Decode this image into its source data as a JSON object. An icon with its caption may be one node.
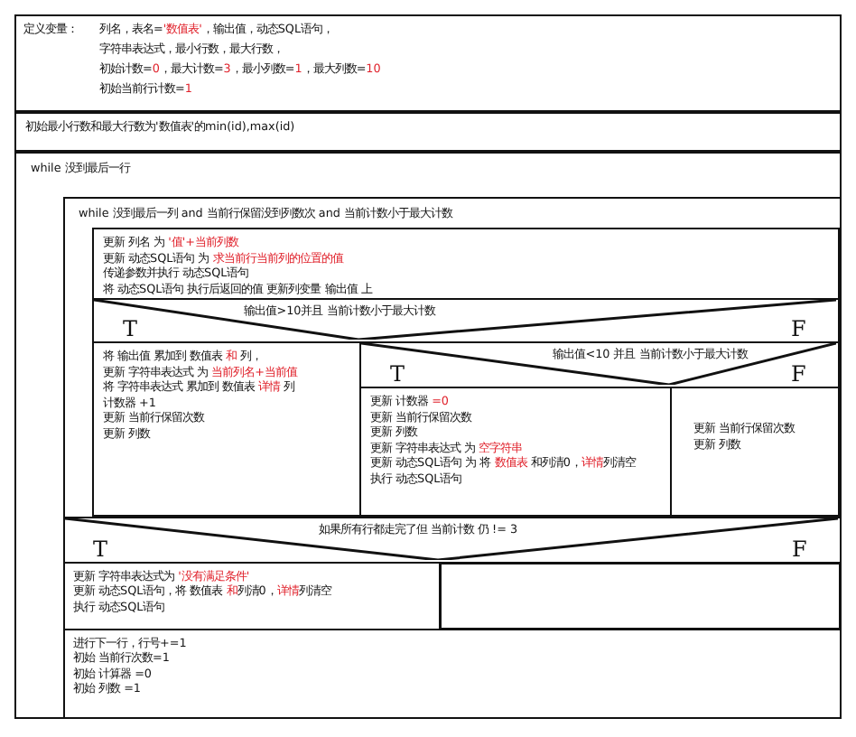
{
  "diagram": {
    "nodes": [
      {
        "text": [
          "定义变量：",
          "列名，表名=**'数值表'**，输出值，动态SQL语句，",
          "字符串表达式，最小行数，最大行数，",
          "初始计数=**0**，最大计数=**3**，最小列数=**1**，最大列数=**10**",
          "初始当前行计数=**1**"
        ]
      },
      {
        "text": [
          "初始最小行数和最大行数为'数值表'的min(id),max(id)"
        ]
      },
      {
        "text": [
          "while 没到最后一行"
        ]
      },
      {
        "text": [
          "while 没到最后一列 and 当前行保留没到列数次 and 当前计数小于最大计数"
        ],
        "in": 2
      },
      {
        "text": [
          "更新 列名 为 **'值'+当前列数**",
          "更新 动态SQL语句 为 **求当前行当前列的位置的值**",
          "传递参数并执行 动态SQL语句",
          "将 动态SQL语句 执行后返回的值 更新列变量 输出值 上"
        ],
        "in": 3
      },
      {
        "text": [
          "输出值>10并且 当前计数小于最大计数",
          "T",
          "F"
        ],
        "in": 3
      },
      {
        "text": [
          "将 输出值 累加到 数值表 **和** 列，",
          "更新 字符串表达式 为 **当前列名+当前值**",
          "将 字符串表达式 累加到 数值表 **详情** 列",
          "计数器 +1",
          "更新 当前行保留次数",
          "更新 列数"
        ],
        "in": 3
      },
      {
        "text": [
          "输出值<10 并且 当前计数小于最大计数",
          "T",
          "F"
        ],
        "in": 3
      },
      {
        "text": [
          "更新 计数器 **=0**",
          "更新 当前行保留次数",
          "更新 列数",
          "更新 字符串表达式 为 **空字符串**",
          "更新 动态SQL语句 为 将 **数值表** 和列清0，**详情**列清空",
          "执行 动态SQL语句"
        ],
        "in": 3
      },
      {
        "text": [
          "更新 当前行保留次数",
          "更新 列数"
        ],
        "in": 3
      },
      {
        "text": [
          "如果所有行都走完了但 当前计数 仍 != 3",
          "T",
          "F"
        ],
        "in": 2
      },
      {
        "text": [
          "更新 字符串表达式为 **'没有满足条件'**",
          "更新 动态SQL语句，将 数值表 **和**列清0，**详情**列清空",
          "执行 动态SQL语句"
        ],
        "in": 2
      },
      {
        "text": [],
        "shape": "box",
        "in": 2
      },
      {
        "text": [
          "进行下一行，行号+=1",
          "初始 当前行次数=1",
          "初始 计算器 =0",
          "初始 列数 =1"
        ],
        "in": 2
      }
    ]
  }
}
